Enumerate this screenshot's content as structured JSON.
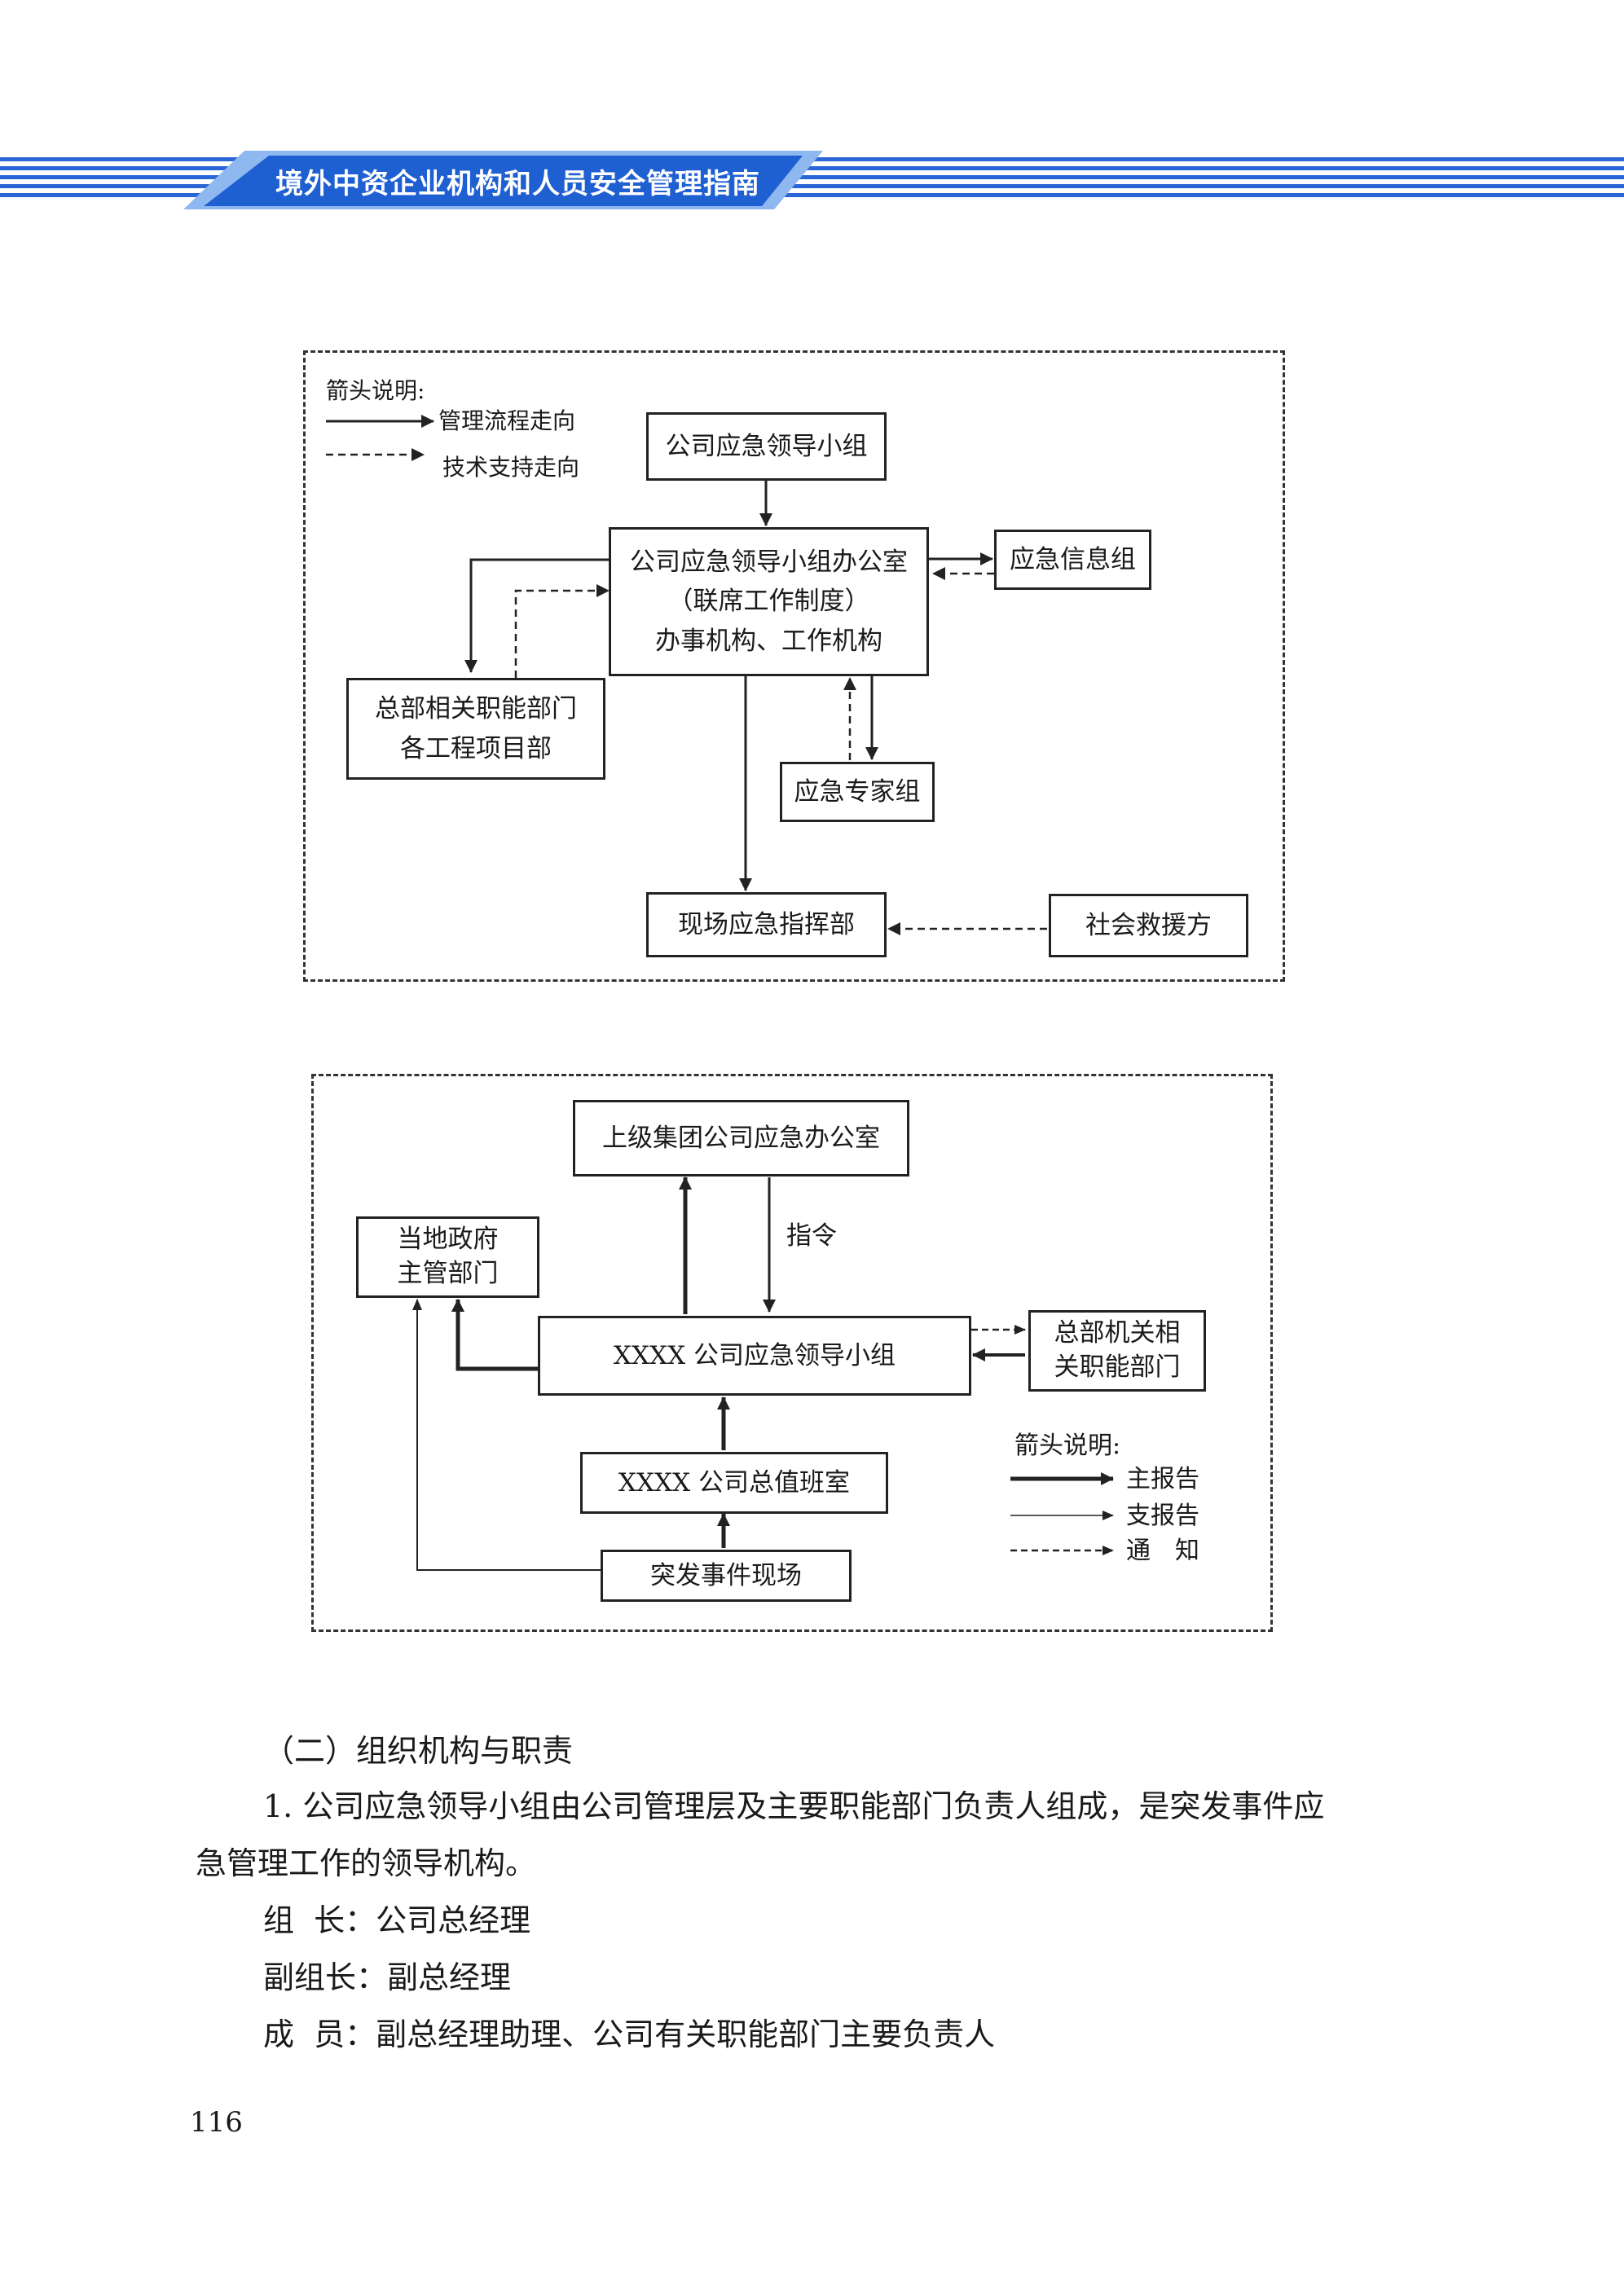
{
  "header": {
    "title": "境外中资企业机构和人员安全管理指南",
    "band_color": "#2a66d6",
    "band_light_color": "#8fb8f0"
  },
  "diagram1": {
    "legend": {
      "title": "箭头说明:",
      "solid_label": "管理流程走向",
      "dashed_label": "技术支持走向"
    },
    "boxes": {
      "leading_group": "公司应急领导小组",
      "office_line1": "公司应急领导小组办公室",
      "office_line2": "（联席工作制度）",
      "office_line3": "办事机构、工作机构",
      "info_group": "应急信息组",
      "hq_dept_line1": "总部相关职能部门",
      "hq_dept_line2": "各工程项目部",
      "expert_group": "应急专家组",
      "site_command": "现场应急指挥部",
      "social_rescue": "社会救援方"
    }
  },
  "diagram2": {
    "boxes": {
      "group_office": "上级集团公司应急办公室",
      "local_gov_line1": "当地政府",
      "local_gov_line2": "主管部门",
      "leading_group": "XXXX 公司应急领导小组",
      "hq_line1": "总部机关相",
      "hq_line2": "关职能部门",
      "duty_room": "XXXX 公司总值班室",
      "incident_site": "突发事件现场"
    },
    "instruction_label": "指令",
    "legend": {
      "title": "箭头说明:",
      "main_report": "主报告",
      "support_report": "支报告",
      "notice": "通　知"
    }
  },
  "body": {
    "section_heading": "（二）组织机构与职责",
    "para1_line1": "1. 公司应急领导小组由公司管理层及主要职能部门负责人组成，是突发事件应",
    "para1_line2": "急管理工作的领导机构。",
    "leader": "组  长：公司总经理",
    "deputy": "副组长：副总经理",
    "members": "成  员：副总经理助理、公司有关职能部门主要负责人"
  },
  "page_number": "116"
}
